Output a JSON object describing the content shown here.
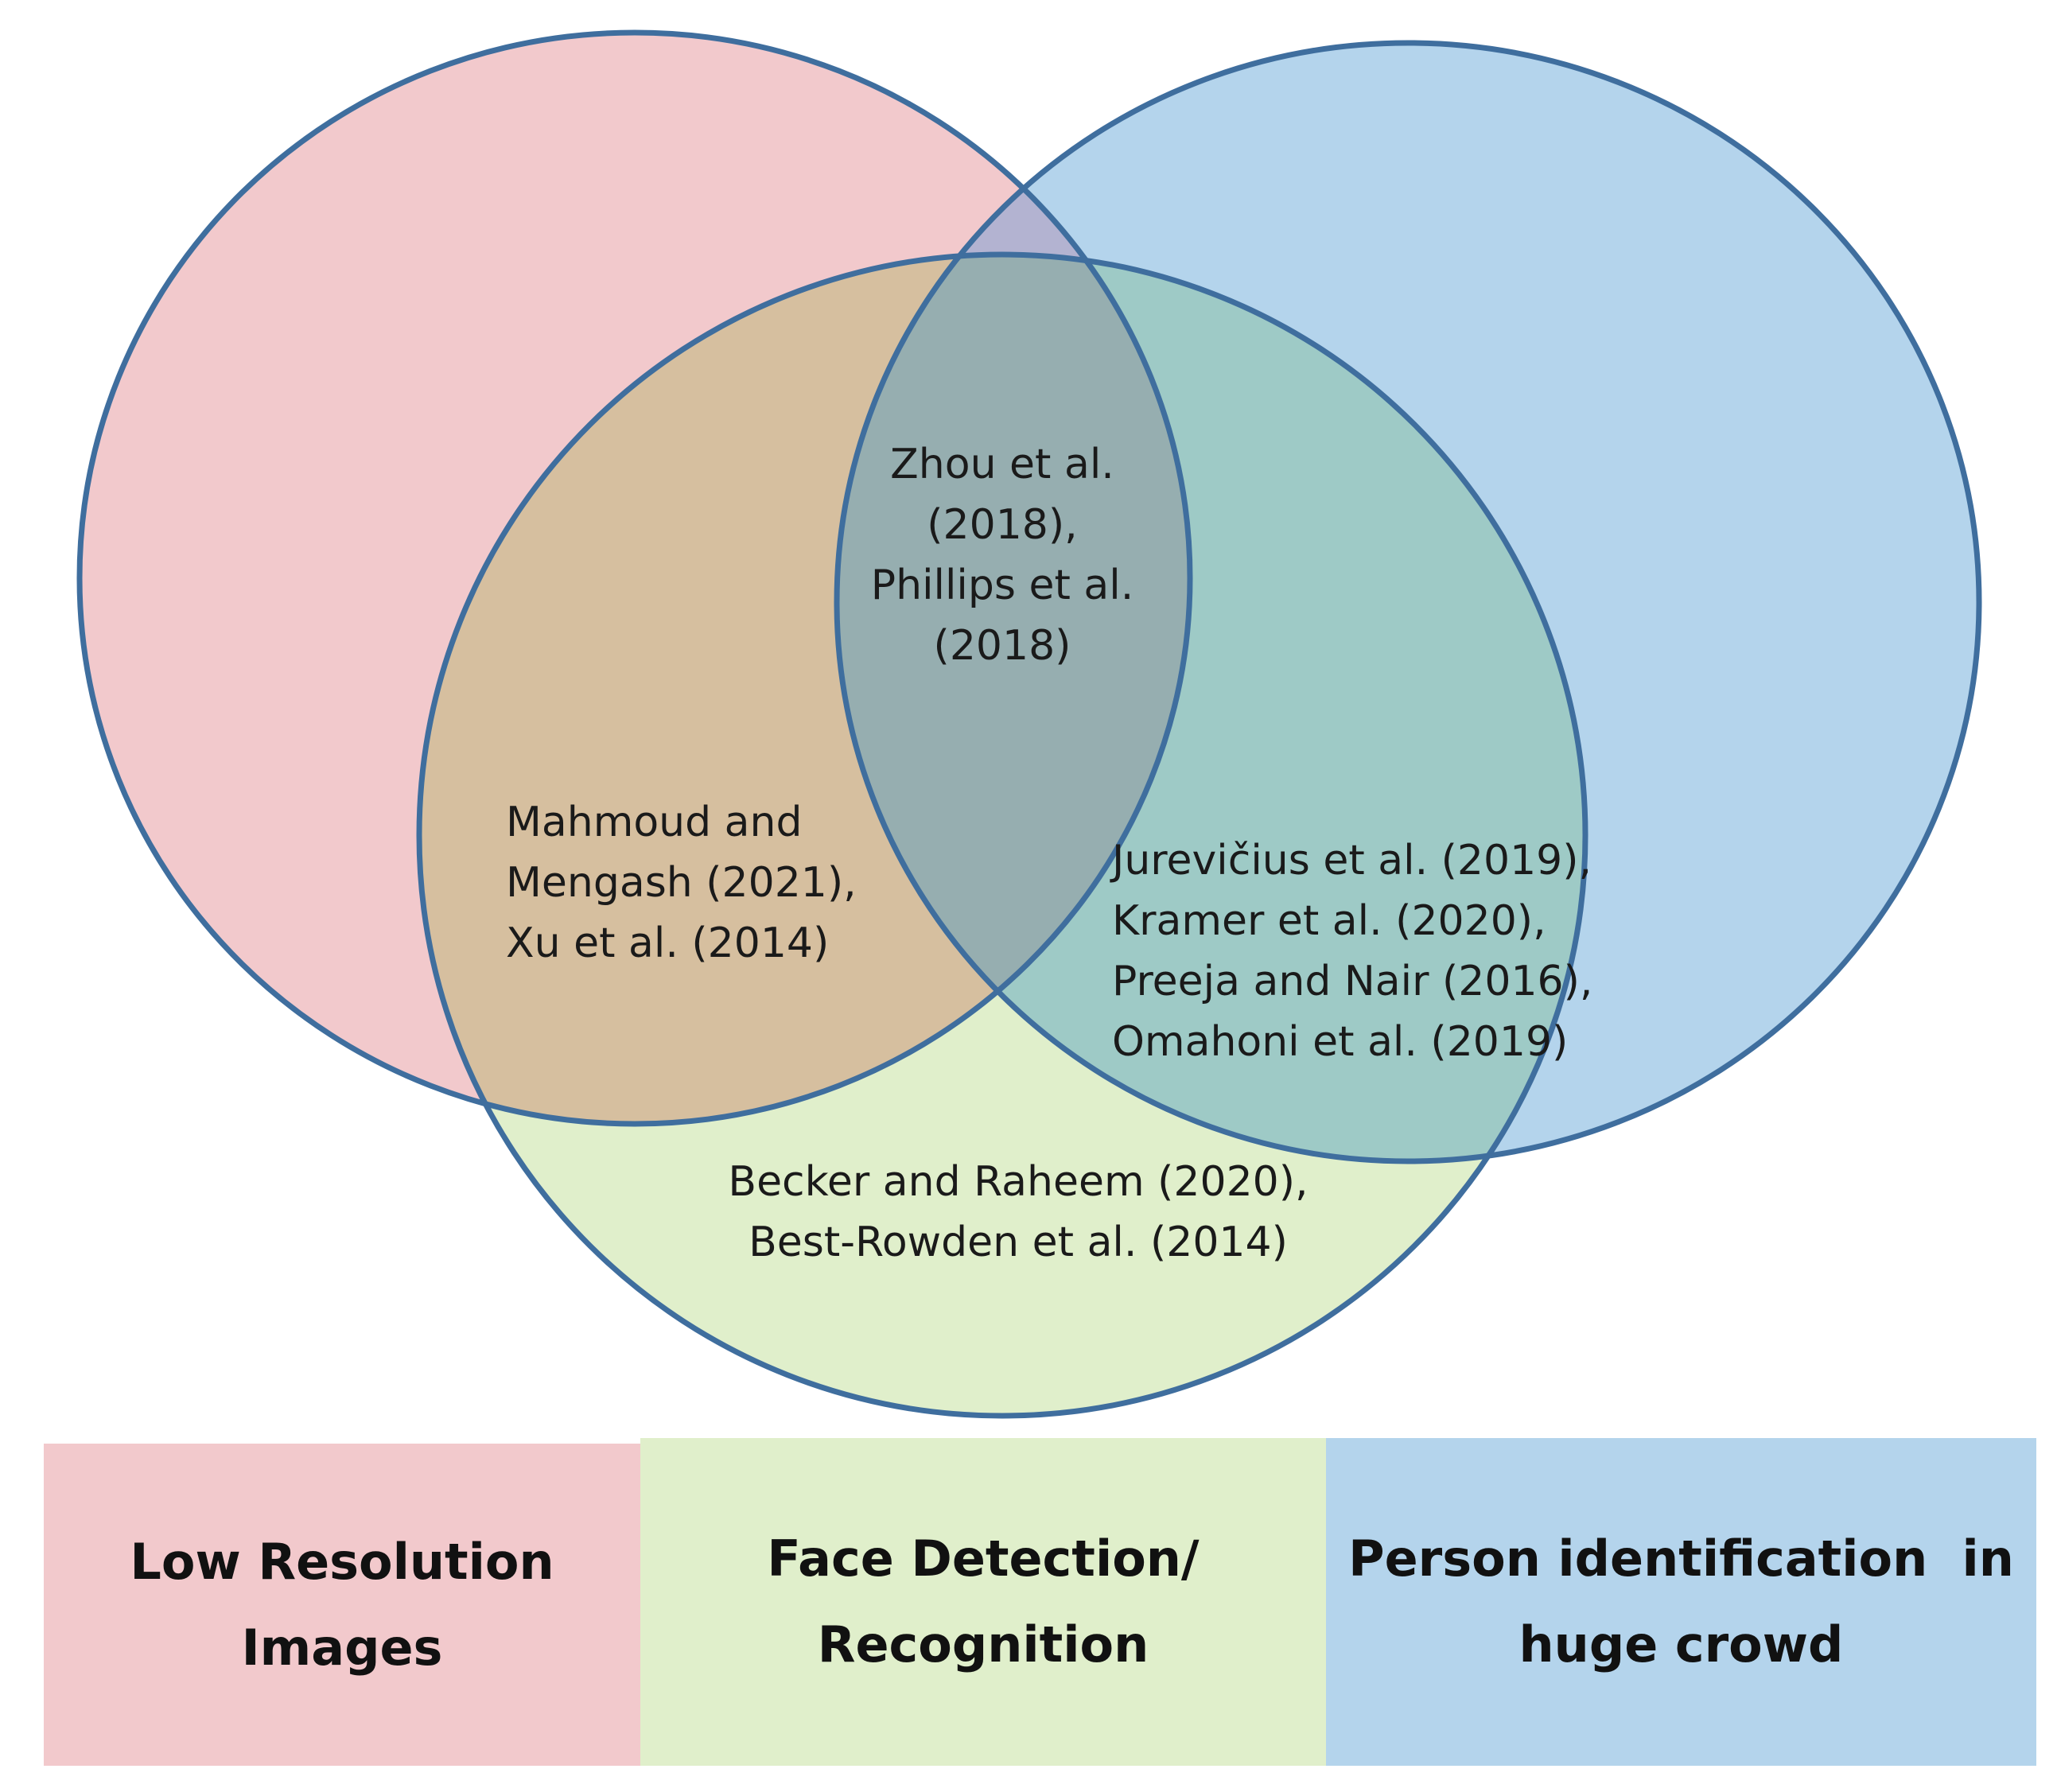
{
  "colors": {
    "low_resolution_fill": "#f2c9cc",
    "face_detection_fill": "#e0efcb",
    "person_identification_fill": "#b4d4ec",
    "circle_stroke": "#3f6e9e",
    "label_text": "#1a1a1a"
  },
  "sets": [
    {
      "name": "Low Resolution Images",
      "legend_lines": [
        "Low Resolution",
        "Images"
      ]
    },
    {
      "name": "Face Detection/ Recognition",
      "legend_lines": [
        "Face Detection/",
        "Recognition"
      ]
    },
    {
      "name": "Person identification in huge crowd",
      "legend_lines": [
        "Person identification  in",
        "huge crowd"
      ]
    }
  ],
  "regions": {
    "all_three": [
      "Zhou et al.",
      "(2018),",
      "Phillips et al.",
      "(2018)"
    ],
    "low_res_and_face": [
      "Mahmoud and",
      "Mengash (2021),",
      "Xu et al. (2014)"
    ],
    "face_and_person": [
      "Jurevičius et al. (2019),",
      "Kramer et al. (2020),",
      "Preeja and Nair (2016),",
      "Omahoni et al. (2019)"
    ],
    "face_only": [
      "Becker and Raheem (2020),",
      "Best-Rowden et al. (2014)"
    ]
  }
}
